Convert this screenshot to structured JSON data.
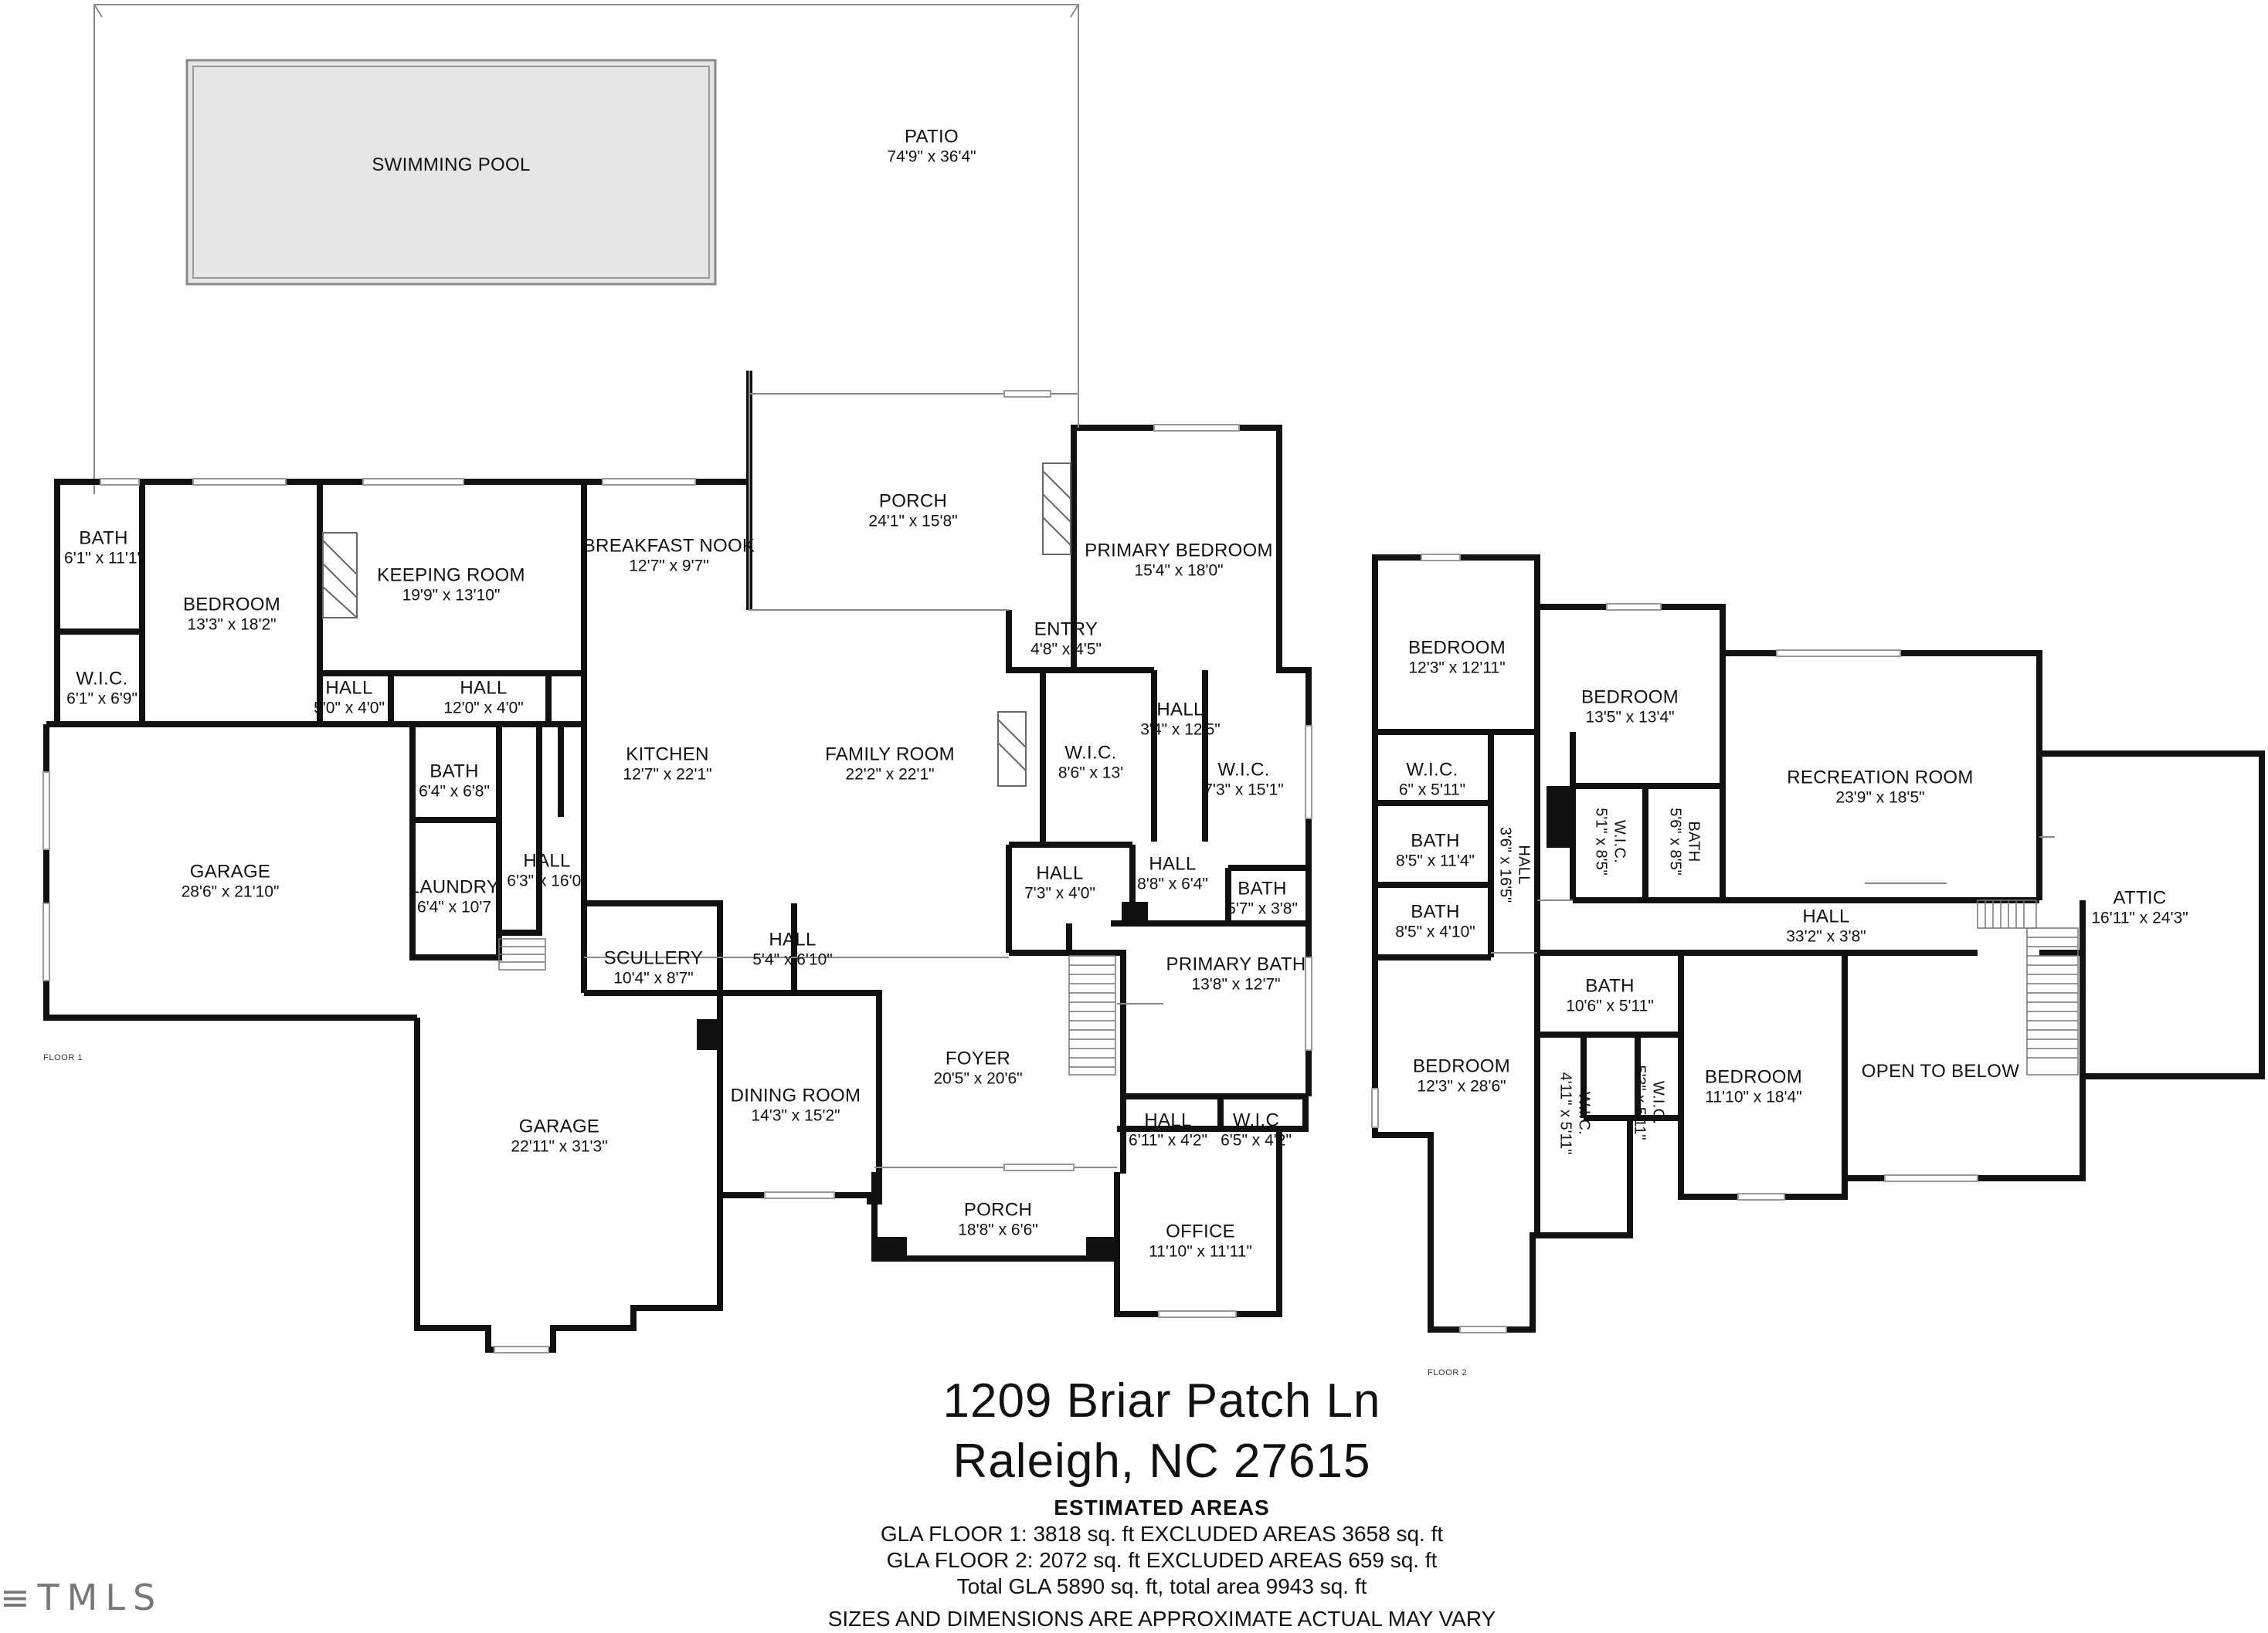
{
  "rooms_floor1": [
    {
      "name": "SWIMMING POOL",
      "dims": ""
    },
    {
      "name": "PATIO",
      "dims": "74'9\" x 36'4\""
    },
    {
      "name": "PORCH",
      "dims": "24'1\" x 15'8\""
    },
    {
      "name": "BATH",
      "dims": "6'1\" x 11'1\""
    },
    {
      "name": "BEDROOM",
      "dims": "13'3\" x 18'2\""
    },
    {
      "name": "KEEPING ROOM",
      "dims": "19'9\" x 13'10\""
    },
    {
      "name": "BREAKFAST NOOK",
      "dims": "12'7\" x 9'7\""
    },
    {
      "name": "PRIMARY BEDROOM",
      "dims": "15'4\" x 18'0\""
    },
    {
      "name": "ENTRY",
      "dims": "4'8\" x 4'5\""
    },
    {
      "name": "W.I.C.",
      "dims": "6'1\" x 6'9\""
    },
    {
      "name": "HALL",
      "dims": "5'0\" x 4'0\""
    },
    {
      "name": "HALL",
      "dims": "12'0\" x 4'0\""
    },
    {
      "name": "HALL",
      "dims": "3'4\" x 12'5\""
    },
    {
      "name": "KITCHEN",
      "dims": "12'7\" x 22'1\""
    },
    {
      "name": "FAMILY ROOM",
      "dims": "22'2\" x 22'1\""
    },
    {
      "name": "W.I.C.",
      "dims": "8'6\" x 13'"
    },
    {
      "name": "W.I.C.",
      "dims": "7'3\" x 15'1\""
    },
    {
      "name": "BATH",
      "dims": "6'4\" x 6'8\""
    },
    {
      "name": "GARAGE",
      "dims": "28'6\" x 21'10\""
    },
    {
      "name": "LAUNDRY",
      "dims": "6'4\" x 10'7"
    },
    {
      "name": "HALL",
      "dims": "6'3\" x 16'0\""
    },
    {
      "name": "HALL",
      "dims": "7'3\" x 4'0\""
    },
    {
      "name": "HALL",
      "dims": "8'8\" x 6'4\""
    },
    {
      "name": "BATH",
      "dims": "5'7\" x 3'8\""
    },
    {
      "name": "SCULLERY",
      "dims": "10'4\" x 8'7\""
    },
    {
      "name": "HALL",
      "dims": "5'4\" x 6'10\""
    },
    {
      "name": "PRIMARY BATH",
      "dims": "13'8\" x 12'7\""
    },
    {
      "name": "FOYER",
      "dims": "20'5\" x 20'6\""
    },
    {
      "name": "DINING ROOM",
      "dims": "14'3\" x 15'2\""
    },
    {
      "name": "GARAGE",
      "dims": "22'11\" x 31'3\""
    },
    {
      "name": "HALL",
      "dims": "6'11\" x 4'2\""
    },
    {
      "name": "W.I.C",
      "dims": "6'5\" x 4'2\""
    },
    {
      "name": "PORCH",
      "dims": "18'8\" x 6'6\""
    },
    {
      "name": "OFFICE",
      "dims": "11'10\" x 11'11\""
    }
  ],
  "rooms_floor2": [
    {
      "name": "BEDROOM",
      "dims": "12'3\" x 12'11\""
    },
    {
      "name": "BEDROOM",
      "dims": "13'5\" x 13'4\""
    },
    {
      "name": "RECREATION ROOM",
      "dims": "23'9\" x 18'5\""
    },
    {
      "name": "W.I.C.",
      "dims": "6\" x 5'11\""
    },
    {
      "name": "BATH",
      "dims": "8'5\" x 11'4\""
    },
    {
      "name": "HALL",
      "dims": "3'6\" x 16'5\""
    },
    {
      "name": "W.I.C.",
      "dims": "5'1\" x 8'5\""
    },
    {
      "name": "BATH",
      "dims": "5'6\" x 8'5\""
    },
    {
      "name": "ATTIC",
      "dims": "16'11\" x 24'3\""
    },
    {
      "name": "BATH",
      "dims": "8'5\" x 4'10\""
    },
    {
      "name": "HALL",
      "dims": "33'2\" x 3'8\""
    },
    {
      "name": "BATH",
      "dims": "10'6\" x 5'11\""
    },
    {
      "name": "BEDROOM",
      "dims": "12'3\" x 28'6\""
    },
    {
      "name": "W.I.C.",
      "dims": "4'11\" x 5'11\""
    },
    {
      "name": "W.I.C.",
      "dims": "5'3\" x 5'11\""
    },
    {
      "name": "BEDROOM",
      "dims": "11'10\" x 18'4\""
    },
    {
      "name": "OPEN TO BELOW",
      "dims": ""
    }
  ],
  "floor1_tag": "FLOOR 1",
  "floor2_tag": "FLOOR 2",
  "address": {
    "line1": "1209 Briar Patch Ln",
    "line2": "Raleigh, NC  27615"
  },
  "areas": {
    "heading": "ESTIMATED AREAS",
    "floor1": "GLA FLOOR 1: 3818 sq. ft EXCLUDED AREAS 3658 sq. ft",
    "floor2": "GLA FLOOR 2: 2072 sq. ft EXCLUDED AREAS 659 sq. ft",
    "total": "Total GLA 5890 sq. ft, total area 9943 sq. ft",
    "disclaimer": "SIZES AND DIMENSIONS ARE APPROXIMATE ACTUAL MAY VARY"
  },
  "logo_text": "≡TMLS",
  "colors": {
    "wall": "#111111",
    "pool": "#e6e6e6",
    "thin": "#8a8a8a",
    "window": "#bbbbbb"
  }
}
